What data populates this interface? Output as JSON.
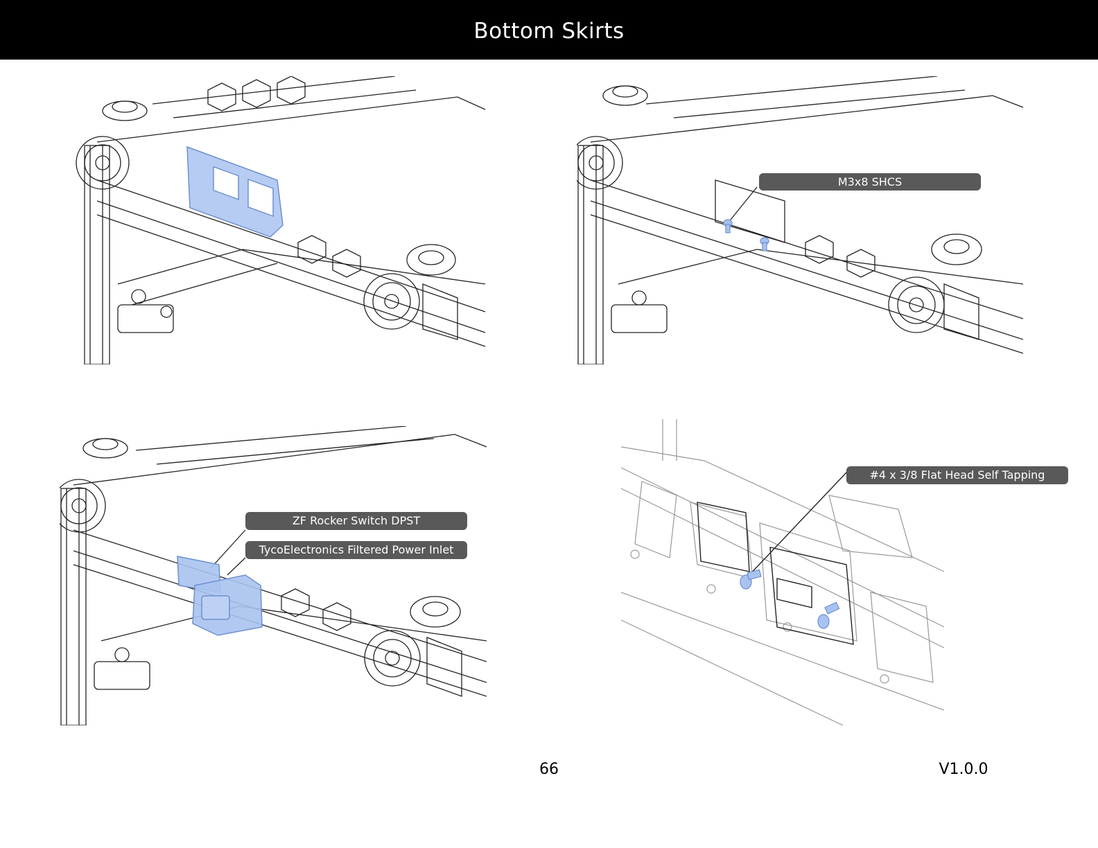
{
  "header": {
    "title": "Bottom Skirts"
  },
  "callouts": {
    "m3x8": "M3x8 SHCS",
    "rocker": "ZF Rocker Switch DPST",
    "inlet": "TycoElectronics Filtered Power Inlet",
    "screw4": "#4 x 3/8 Flat Head Self Tapping"
  },
  "footer": {
    "page_number": "66",
    "version": "V1.0.0"
  },
  "colors": {
    "header_bg": "#000000",
    "highlight": "#A9C3F0",
    "callout_bg": "#595959",
    "line": "#222222"
  }
}
